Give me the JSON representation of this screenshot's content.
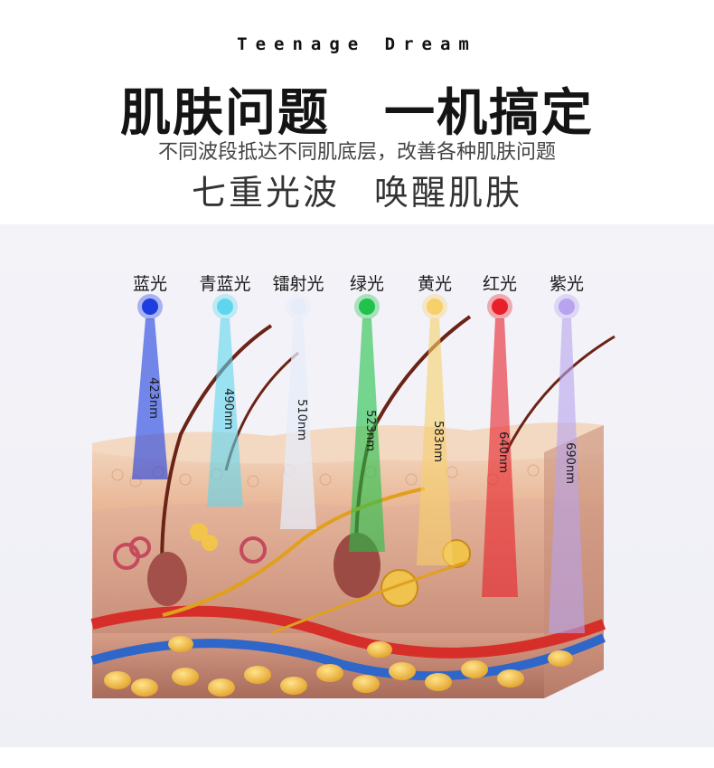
{
  "header": {
    "tagline": "Teenage Dream",
    "headline_left": "肌肤问题",
    "headline_right": "一机搞定",
    "subline": "不同波段抵达不同肌底层，改善各种肌肤问题",
    "slogan_left": "七重光波",
    "slogan_right": "唤醒肌肤"
  },
  "lights": [
    {
      "label": "蓝光",
      "wavelength": "423nm",
      "color": "#1c3de0"
    },
    {
      "label": "青蓝光",
      "wavelength": "490nm",
      "color": "#5fd6ef"
    },
    {
      "label": "镭射光",
      "wavelength": "510nm",
      "color": "#e6ecf9"
    },
    {
      "label": "绿光",
      "wavelength": "523nm",
      "color": "#1fc24a"
    },
    {
      "label": "黄光",
      "wavelength": "583nm",
      "color": "#f7d06a"
    },
    {
      "label": "红光",
      "wavelength": "640nm",
      "color": "#e8202a"
    },
    {
      "label": "紫光",
      "wavelength": "690nm",
      "color": "#b7a3ef"
    }
  ]
}
